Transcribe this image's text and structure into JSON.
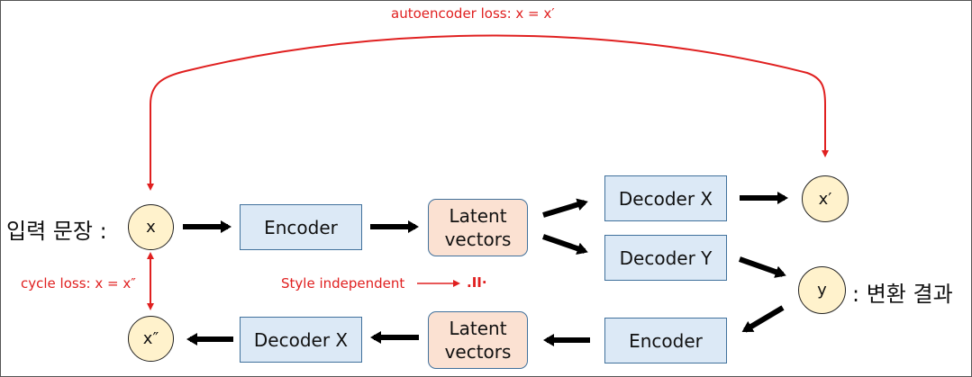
{
  "title_loss": "autoencoder loss: x = x′",
  "cycle_loss": "cycle loss: x = x″",
  "style_note": "Style independent",
  "style_symbol": ".II·",
  "input_label": "입력 문장 :",
  "output_label": ": 변환 결과",
  "nodes": {
    "x": "x",
    "x_prime": "x′",
    "y": "y",
    "x_double": "x″"
  },
  "boxes": {
    "encoder_top": "Encoder",
    "latent_top_line1": "Latent",
    "latent_top_line2": "vectors",
    "decoder_x_top": "Decoder X",
    "decoder_y": "Decoder Y",
    "encoder_bottom": "Encoder",
    "latent_bottom_line1": "Latent",
    "latent_bottom_line2": "vectors",
    "decoder_x_bottom": "Decoder X"
  },
  "colors": {
    "loss_red": "#e02020",
    "box_blue": "#dce9f6",
    "box_border": "#41719c",
    "latent_peach": "#fbe1d2",
    "node_yellow": "#fff2cc",
    "arrow_black": "#000000"
  }
}
